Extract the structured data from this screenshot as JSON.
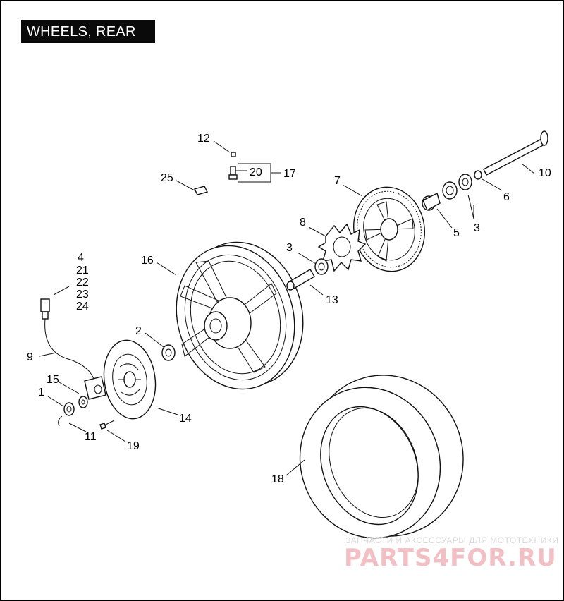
{
  "title": "WHEELS, REAR",
  "callouts": {
    "c12": "12",
    "c20": "20",
    "c17": "17",
    "c25": "25",
    "c7": "7",
    "c10": "10",
    "c6": "6",
    "c5": "5",
    "c3a": "3",
    "c8": "8",
    "c3b": "3",
    "c13": "13",
    "c16": "16",
    "c4": "4",
    "c21": "21",
    "c22": "22",
    "c23": "23",
    "c24": "24",
    "c9": "9",
    "c2": "2",
    "c15": "15",
    "c1": "1",
    "c14": "14",
    "c11": "11",
    "c19": "19",
    "c18": "18"
  },
  "watermark": {
    "subtitle": "ЗАПЧАСТИ И АКСЕССУАРЫ ДЛЯ МОТОТЕХНИКИ",
    "brand": "PARTS4FOR.RU"
  }
}
